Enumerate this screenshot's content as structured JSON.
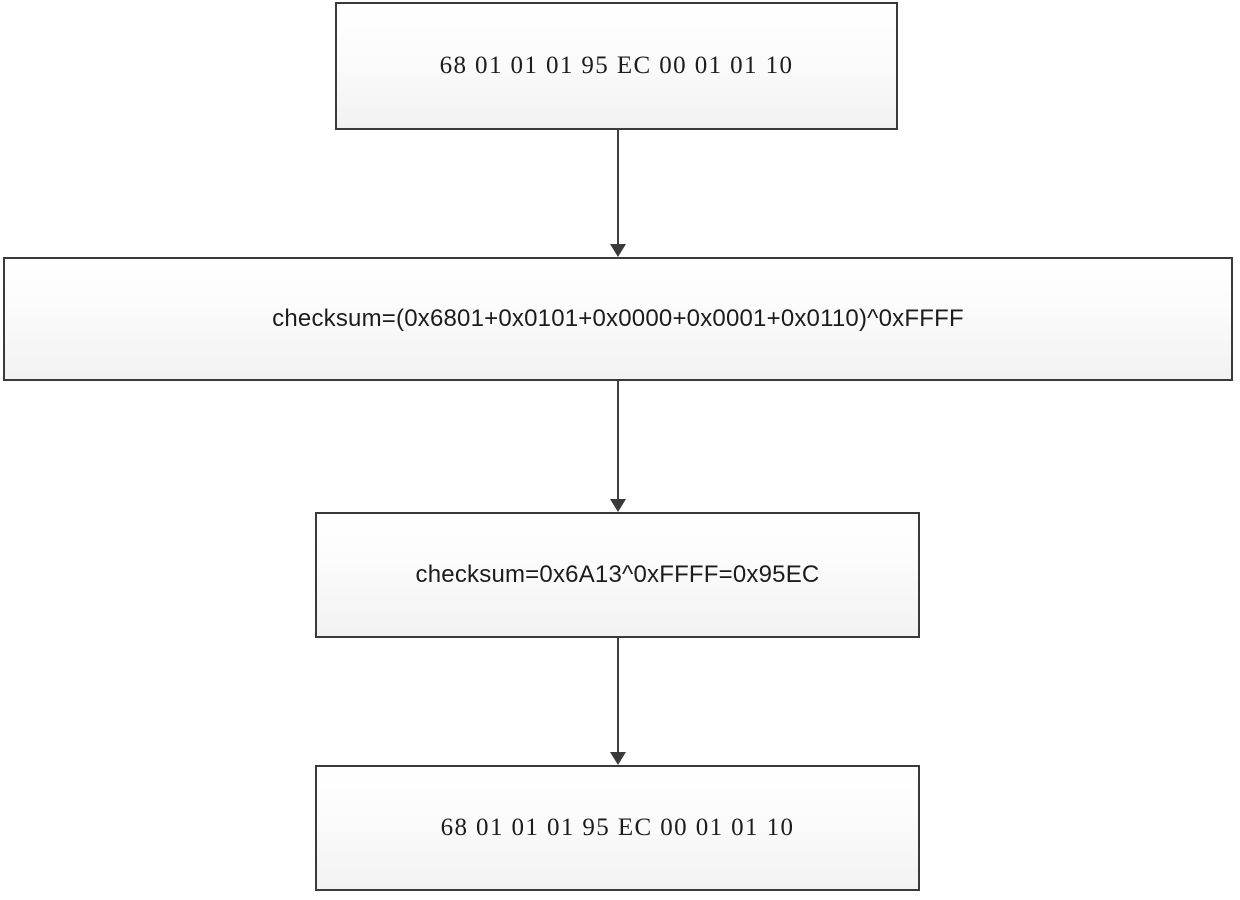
{
  "diagram": {
    "type": "flowchart",
    "orientation": "top-to-bottom",
    "border_color": "#3a3a3a",
    "fill_color": "#f5f5f5",
    "text_color": "#1c1c1c",
    "arrow_color": "#3a3a3a",
    "nodes": [
      {
        "id": "packet-in",
        "label": "68 01 01 01 95 EC 00 01 01 10",
        "style": "hex"
      },
      {
        "id": "formula",
        "label": "checksum=(0x6801+0x0101+0x0000+0x0001+0x0110)^0xFFFF",
        "style": "formula"
      },
      {
        "id": "result",
        "label": "checksum=0x6A13^0xFFFF=0x95EC",
        "style": "formula"
      },
      {
        "id": "packet-out",
        "label": "68 01 01 01 95 EC 00 01 01 10",
        "style": "hex"
      }
    ],
    "edges": [
      {
        "id": "edge-1",
        "from": "packet-in",
        "to": "formula",
        "label": ""
      },
      {
        "id": "edge-2",
        "from": "formula",
        "to": "result",
        "label": ""
      },
      {
        "id": "edge-3",
        "from": "result",
        "to": "packet-out",
        "label": ""
      }
    ]
  }
}
